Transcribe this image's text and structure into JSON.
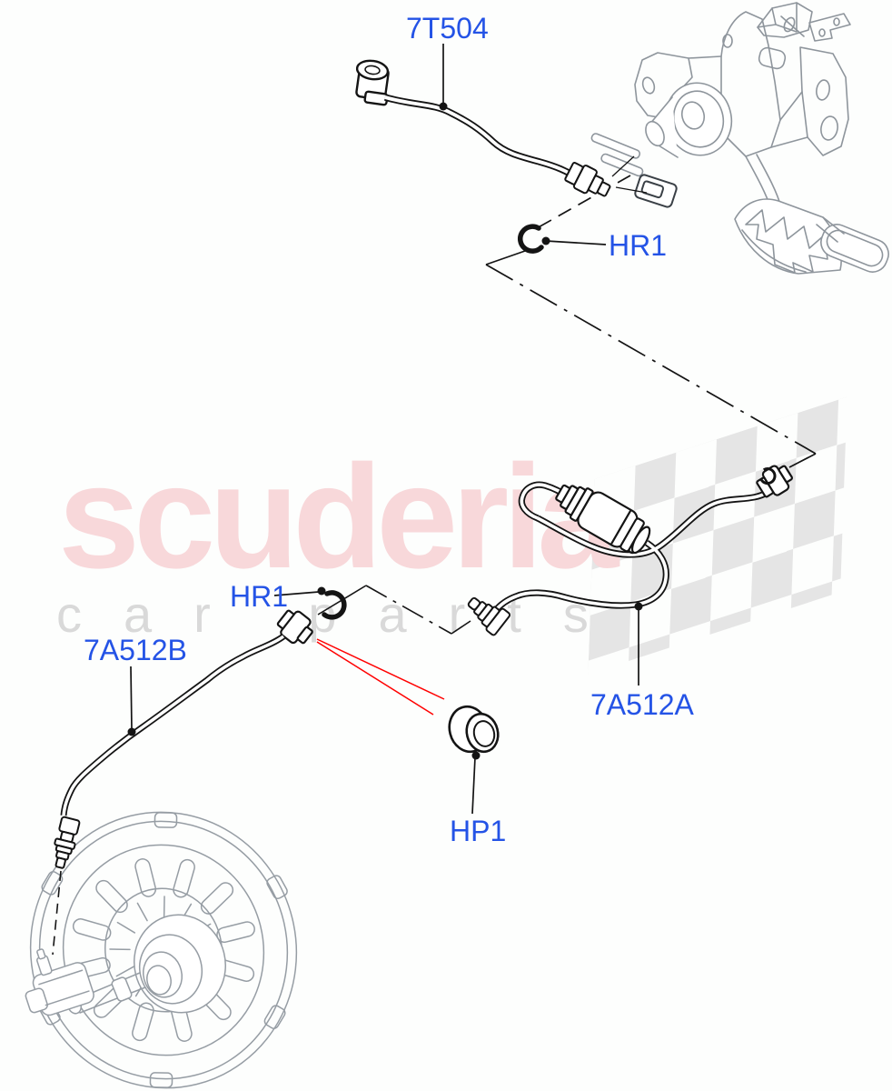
{
  "diagram": {
    "part_labels": {
      "label_7t504": "7T504",
      "label_hr1_top": "HR1",
      "label_hr1_mid": "HR1",
      "label_7a512b": "7A512B",
      "label_7a512a": "7A512A",
      "label_hp1": "HP1"
    }
  },
  "watermark": {
    "brand": "scuderia",
    "subtitle": "car parts"
  },
  "colors": {
    "label_blue": "#2453e6",
    "line_black": "#141414",
    "part_gray": "#8e959c",
    "arrow_red": "#ff0000",
    "wm_pink": "#f8d8da",
    "wm_gray": "#d9d9d9",
    "flag_gray": "#e4e4e4",
    "background": "#fdfefd"
  }
}
